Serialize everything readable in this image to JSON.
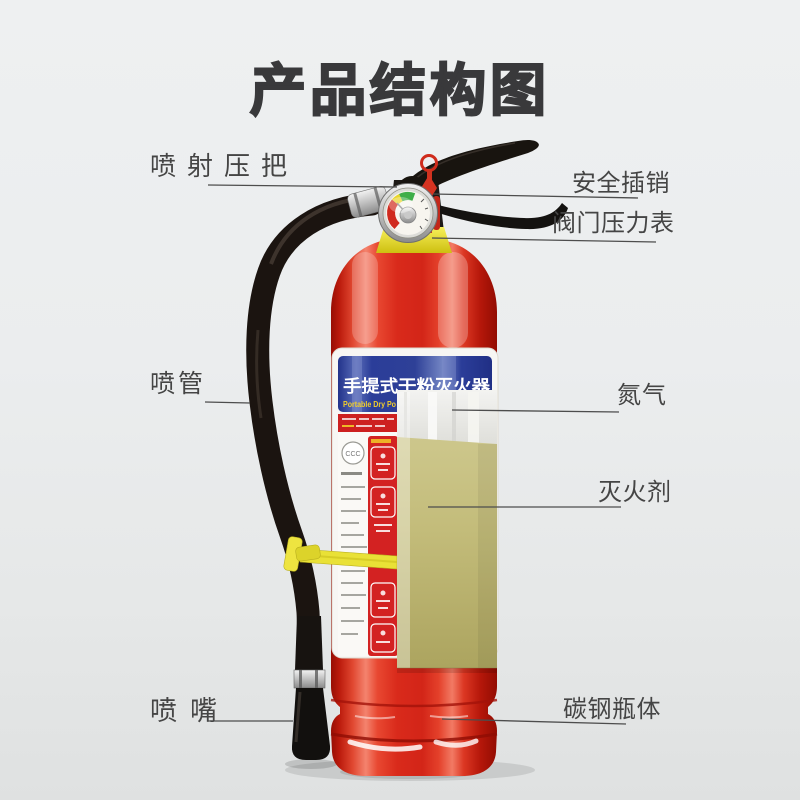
{
  "page": {
    "title": "产品结构图"
  },
  "callouts": {
    "spray_handle": "喷射压把",
    "safety_pin": "安全插销",
    "valve_pressure_gauge": "阀门压力表",
    "spray_tube": "喷管",
    "nitrogen_gas": "氮气",
    "extinguishing_agent": "灭火剂",
    "nozzle": "喷嘴",
    "carbon_steel_body": "碳钢瓶体"
  },
  "product_label": {
    "name_cn": "手提式干粉灭火器",
    "name_en": "Portable Dry Po",
    "cert_mark": "CCC"
  },
  "colors": {
    "body_red": "#d6281c",
    "label_blue": "#2c3f9d",
    "agent_khaki": "#c3bc7a",
    "strap_yellow": "#e9e136",
    "gauge_green": "#3fae49",
    "gauge_yellow": "#e8d529",
    "gauge_red": "#d02a1e",
    "hose_black": "#1b1410",
    "background_grey": "#ebedee"
  }
}
